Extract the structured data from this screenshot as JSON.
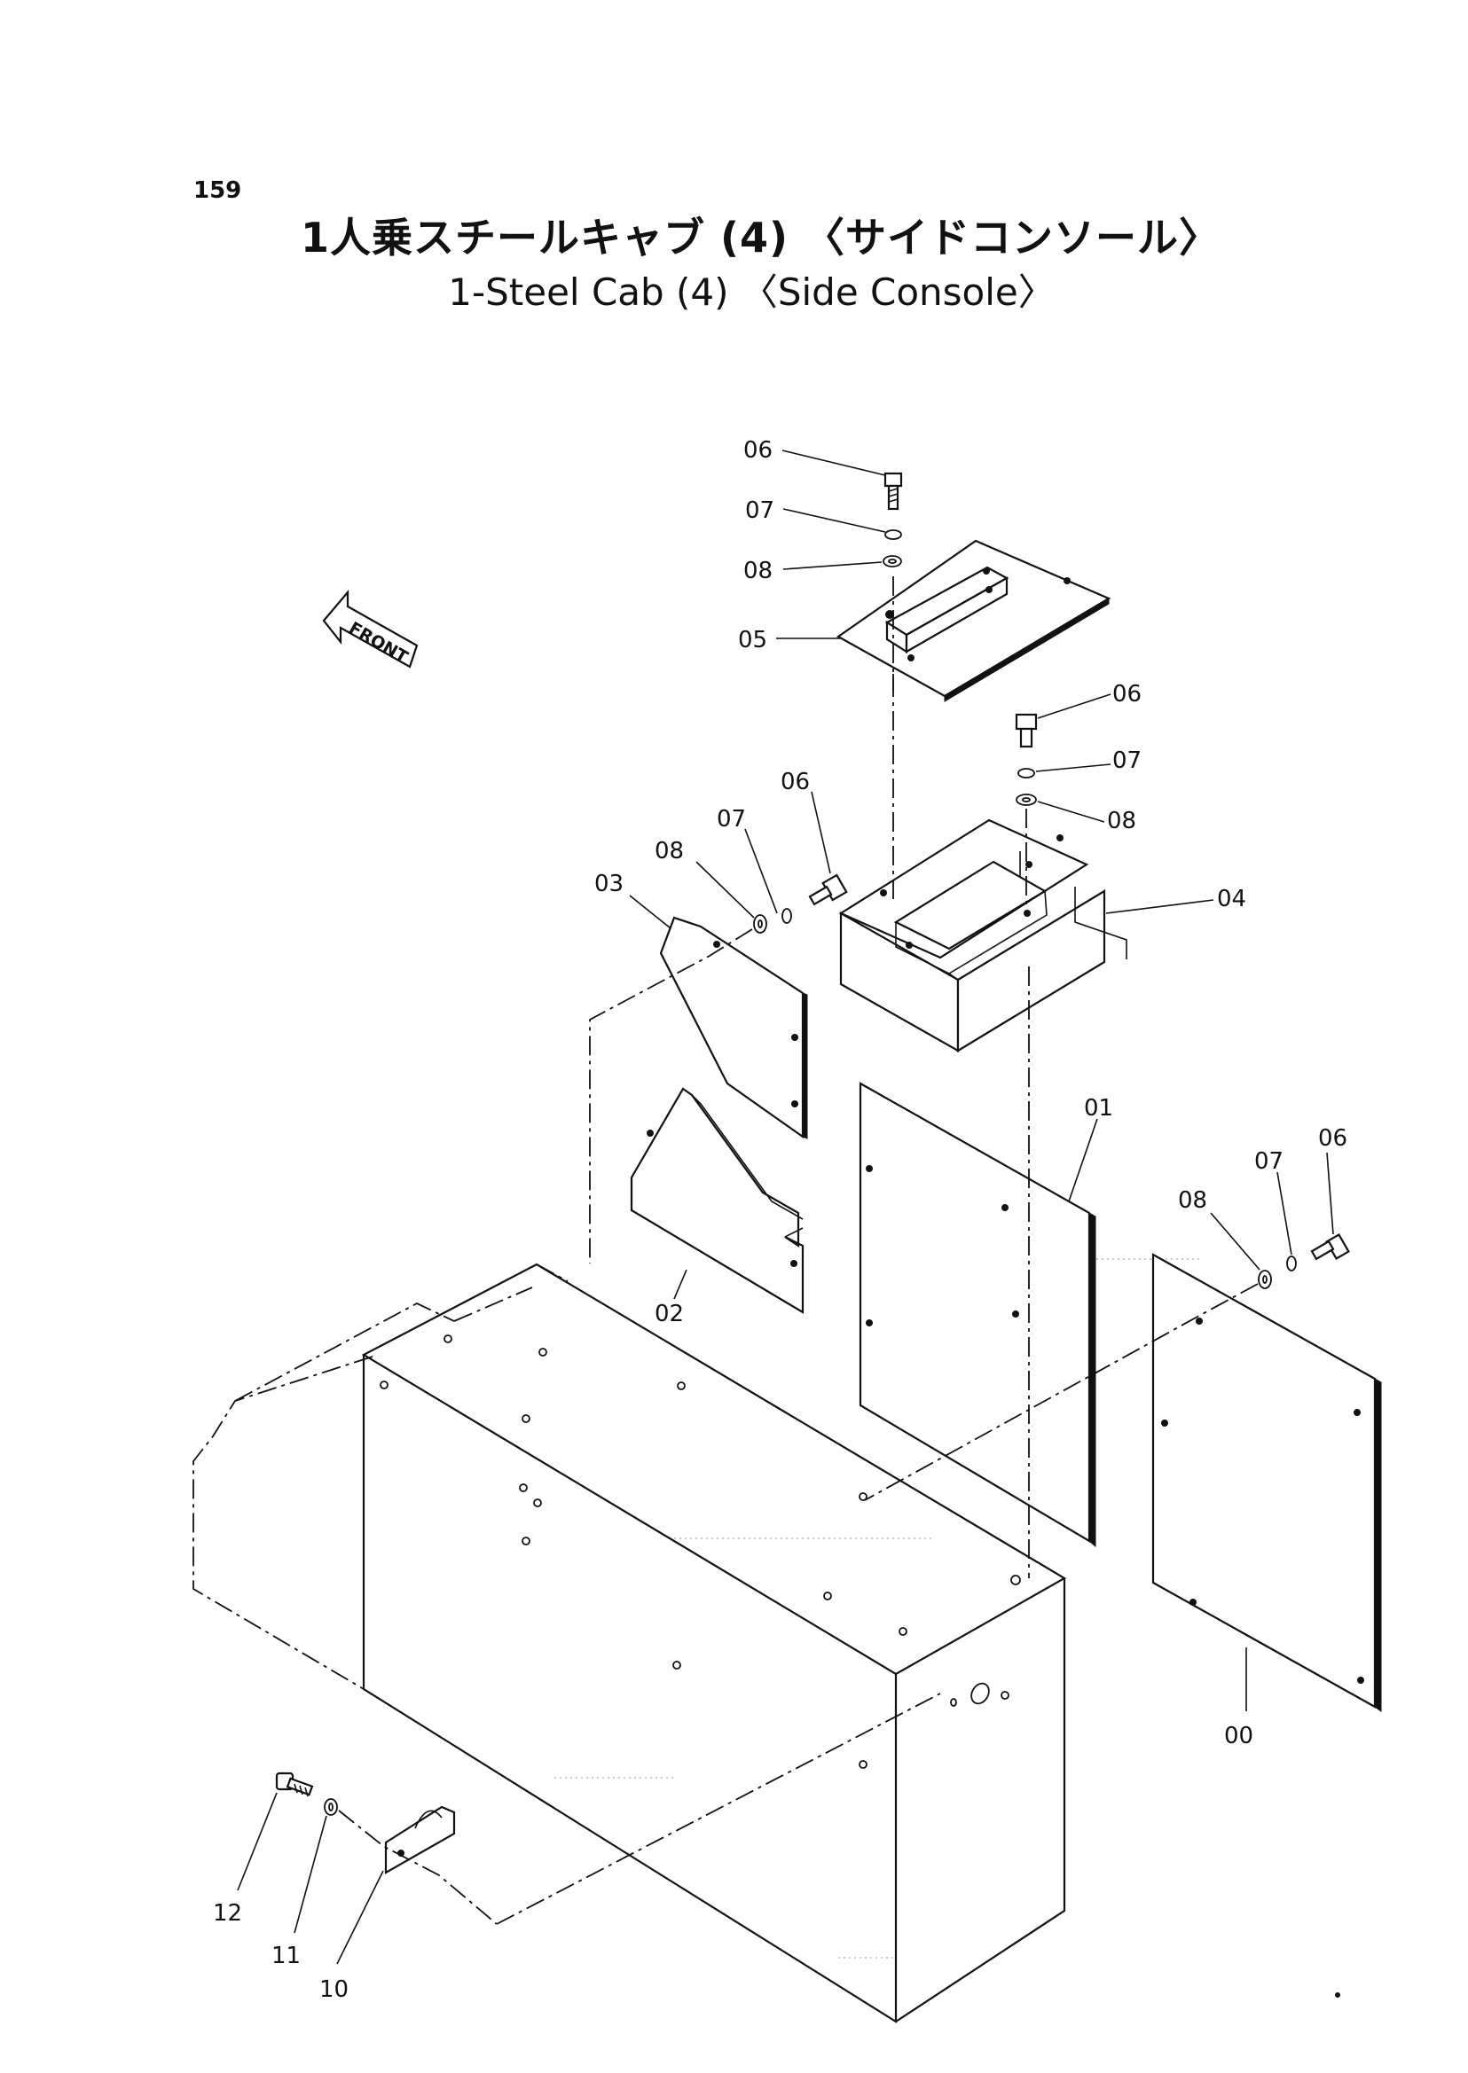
{
  "page_number": "159",
  "title_ja": "1人乗スチールキャブ (4) 〈サイドコンソール〉",
  "title_en": "1-Steel Cab (4) 〈Side Console〉",
  "front_label": "FRONT",
  "callouts": {
    "c06_top": "06",
    "c07_top": "07",
    "c08_top": "08",
    "c05": "05",
    "c06_mid": "06",
    "c07_mid": "07",
    "c08_mid": "08",
    "c04": "04",
    "c06_left": "06",
    "c07_left": "07",
    "c08_left": "08",
    "c03": "03",
    "c01": "01",
    "c02": "02",
    "c06_right": "06",
    "c07_right": "07",
    "c08_right": "08",
    "c00": "00",
    "c12": "12",
    "c11": "11",
    "c10": "10"
  }
}
